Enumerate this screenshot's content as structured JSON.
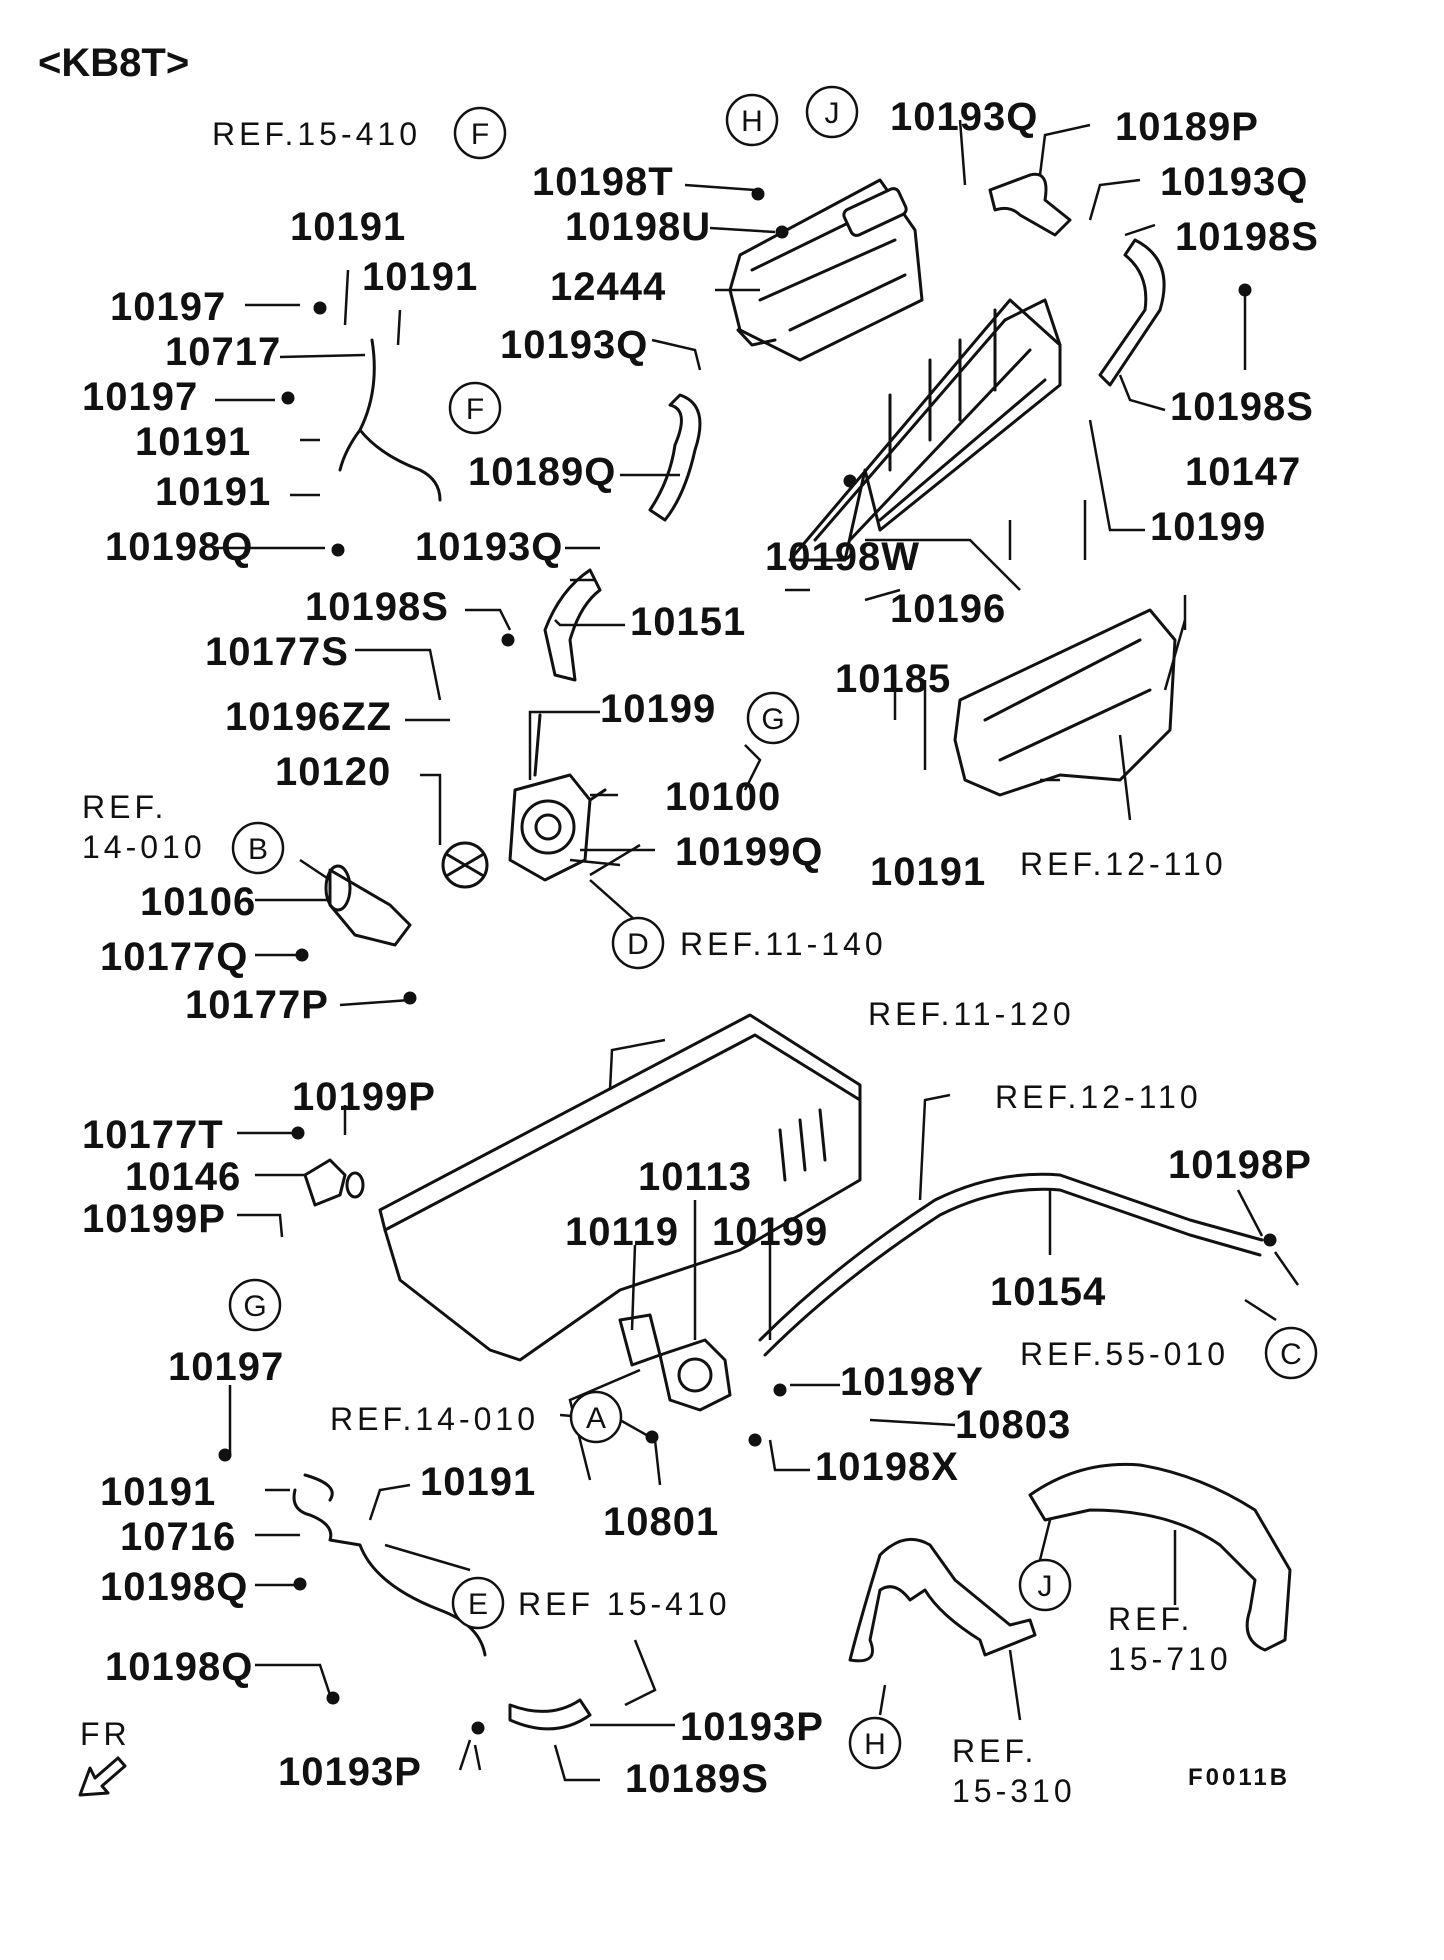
{
  "header": {
    "model": "<KB8T>"
  },
  "figure_code": "F0011B",
  "labels": {
    "p10193Q_a": "10193Q",
    "p10189P": "10189P",
    "p10198T": "10198T",
    "p10193Q_b": "10193Q",
    "p10191_a": "10191",
    "p10198U": "10198U",
    "p10198S_a": "10198S",
    "p10191_b": "10191",
    "p10197_a": "10197",
    "p12444": "12444",
    "p10717": "10717",
    "p10193Q_c": "10193Q",
    "p10197_b": "10197",
    "p10198S_b": "10198S",
    "p10191_c": "10191",
    "p10189Q": "10189Q",
    "p10147": "10147",
    "p10191_d": "10191",
    "p10199_a": "10199",
    "p10198Q_a": "10198Q",
    "p10193Q_d": "10193Q",
    "p10198W": "10198W",
    "p10196": "10196",
    "p10198S_c": "10198S",
    "p10151": "10151",
    "p10177S": "10177S",
    "p10185": "10185",
    "p10196ZZ": "10196ZZ",
    "p10199_b": "10199",
    "p10120": "10120",
    "p10100": "10100",
    "p10199Q": "10199Q",
    "p10191_e": "10191",
    "p10106": "10106",
    "p10177Q": "10177Q",
    "p10177P": "10177P",
    "p10199P_a": "10199P",
    "p10177T": "10177T",
    "p10146": "10146",
    "p10113": "10113",
    "p10198P": "10198P",
    "p10199P_b": "10199P",
    "p10119": "10119",
    "p10199_c": "10199",
    "p10154": "10154",
    "p10197_c": "10197",
    "p10198Y": "10198Y",
    "p10803": "10803",
    "p10198X": "10198X",
    "p10191_f": "10191",
    "p10191_g": "10191",
    "p10716": "10716",
    "p10801": "10801",
    "p10198Q_b": "10198Q",
    "p10198Q_c": "10198Q",
    "p10193P_a": "10193P",
    "p10193P_b": "10193P",
    "p10189S": "10189S"
  },
  "refs": {
    "r15_410_top": "REF.15-410",
    "r14_010_line1": "REF.",
    "r14_010_line2": "14-010",
    "r12_110_top": "REF.12-110",
    "r11_140": "REF.11-140",
    "r11_120": "REF.11-120",
    "r12_110_mid": "REF.12-110",
    "r55_010": "REF.55-010",
    "r14_010_mid": "REF.14-010",
    "r15_410_bot": "REF 15-410",
    "r15_710_line1": "REF.",
    "r15_710_line2": "15-710",
    "r15_310_line1": "REF.",
    "r15_310_line2": "15-310"
  },
  "callouts": {
    "H1": "H",
    "J1": "J",
    "F1": "F",
    "F2": "F",
    "G1": "G",
    "B1": "B",
    "D1": "D",
    "G2": "G",
    "C1": "C",
    "A1": "A",
    "E1": "E",
    "J2": "J",
    "H2": "H"
  },
  "direction": {
    "label": "FR"
  }
}
